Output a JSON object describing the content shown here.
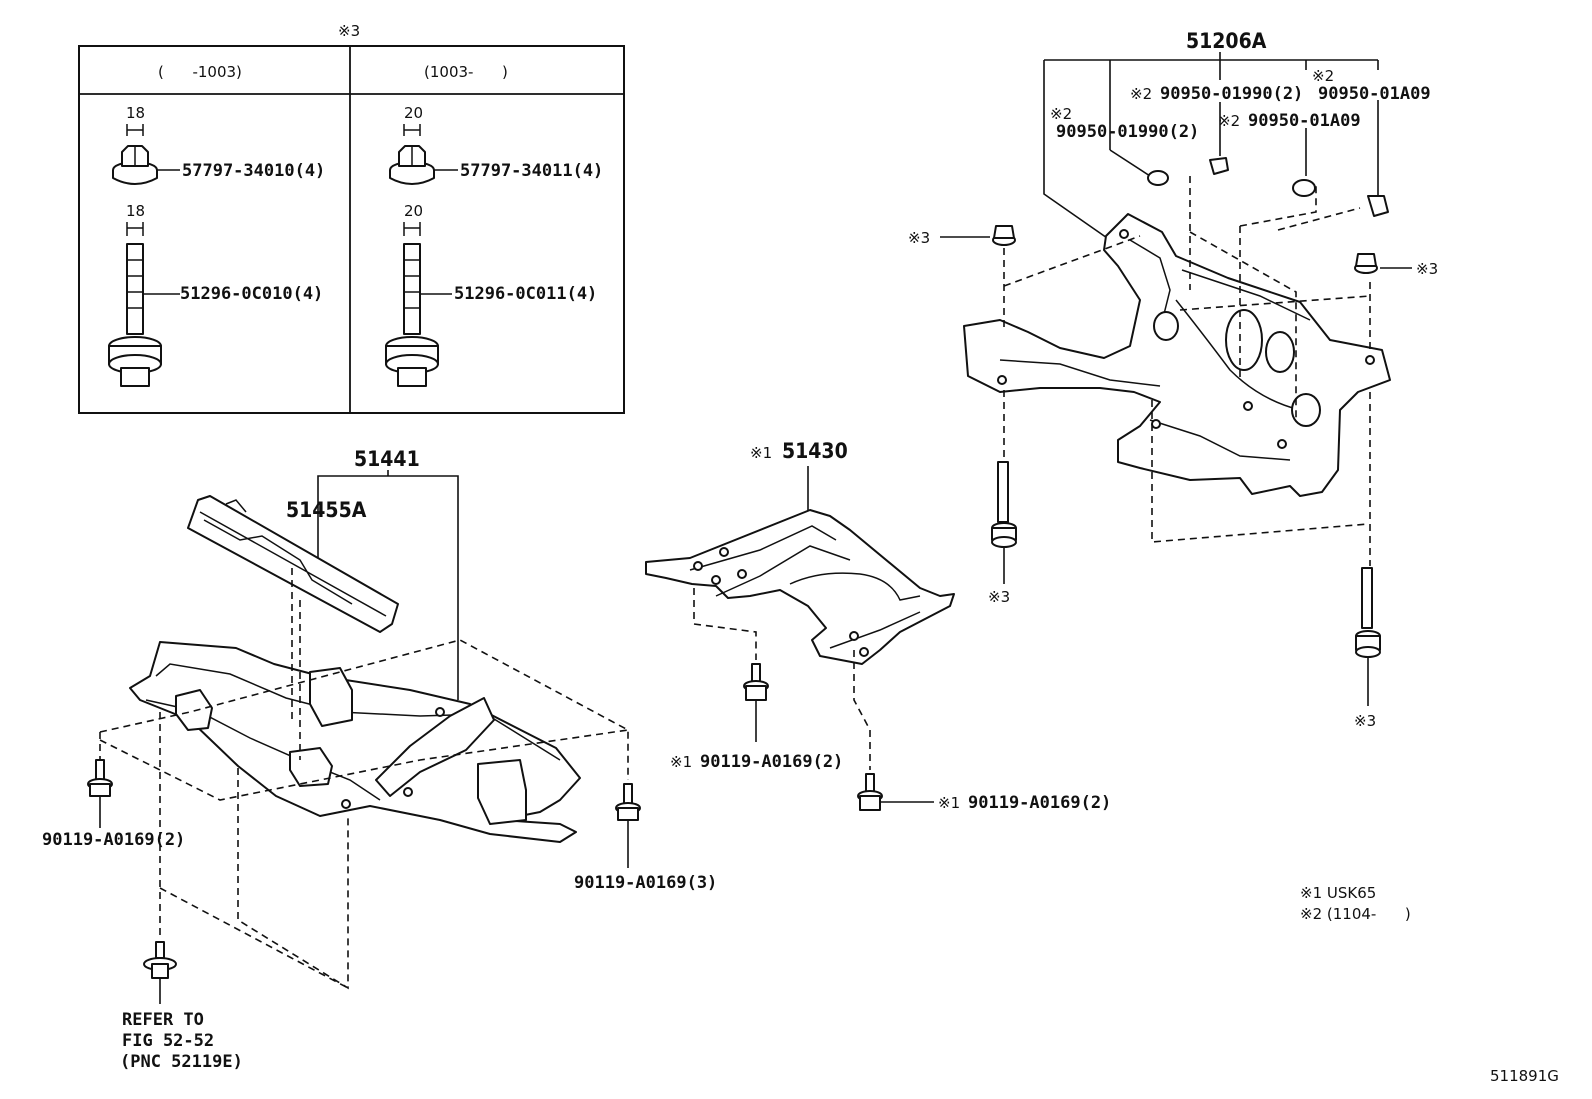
{
  "inset": {
    "header_mark": "※3",
    "col_left_header": "(      -1003)",
    "col_right_header": "(1003-      )",
    "left": {
      "nut_size": "18",
      "nut_part": "57797-34010(4)",
      "bolt_size": "18",
      "bolt_part": "51296-0C010(4)"
    },
    "right": {
      "nut_size": "20",
      "nut_part": "57797-34011(4)",
      "bolt_size": "20",
      "bolt_part": "51296-0C011(4)"
    }
  },
  "parts": {
    "cover_main": "51441",
    "cover_bracket": "51455A",
    "cover_mid": "51430",
    "cover_mid_mark": "※1",
    "crossmember": "51206A",
    "left_bolt_a": "90119-A0169(2)",
    "left_bolt_b": "90119-A0169(3)",
    "mid_bolt_a": "90119-A0169(2)",
    "mid_bolt_a_mark": "※1",
    "mid_bolt_b": "90119-A0169(2)",
    "mid_bolt_b_mark": "※1",
    "clip_a": "90950-01990(2)",
    "clip_a_mark": "※2",
    "clip_b": "90950-01990(2)",
    "clip_b_mark": "※2",
    "clip_c": "90950-01A09",
    "clip_c_mark": "※2",
    "clip_d": "90950-01A09",
    "clip_d_mark": "※2",
    "nut_left_mark": "※3",
    "nut_right_mark": "※3",
    "bolt_left_mark": "※3",
    "bolt_right_mark": "※3"
  },
  "refer": {
    "line1": "REFER TO",
    "line2": "FIG 52-52",
    "line3": "(PNC 52119E)"
  },
  "notes": {
    "note1": "※1 USK65",
    "note2": "※2 (1104-      )"
  },
  "figure_id": "511891G"
}
